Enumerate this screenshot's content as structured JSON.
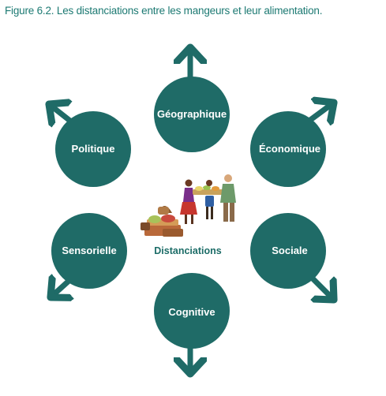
{
  "figure": {
    "caption": "Figure 6.2. Les distanciations entre les mangeurs et leur alimentation.",
    "center": {
      "label": "Distanciations",
      "illustration": "people-with-food-baskets-illustration"
    },
    "nodes": [
      {
        "id": "geographique",
        "label": "Géographique"
      },
      {
        "id": "economique",
        "label": "Économique"
      },
      {
        "id": "sociale",
        "label": "Sociale"
      },
      {
        "id": "cognitive",
        "label": "Cognitive"
      },
      {
        "id": "sensorielle",
        "label": "Sensorielle"
      },
      {
        "id": "politique",
        "label": "Politique"
      }
    ],
    "colors": {
      "node_fill": "#1f6b67",
      "caption": "#1d7a73",
      "label_text": "#ffffff"
    }
  }
}
